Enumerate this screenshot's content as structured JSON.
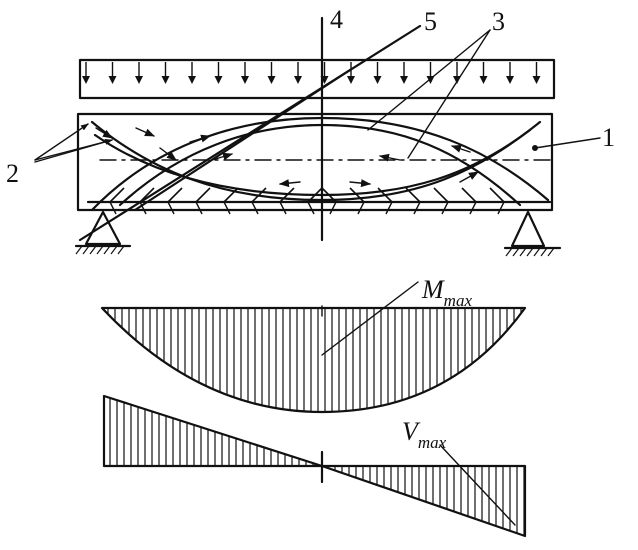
{
  "labels": {
    "n1": "1",
    "n2": "2",
    "n3": "3",
    "n4": "4",
    "n5": "5",
    "moment_main": "M",
    "moment_sub": "max",
    "shear_main": "V",
    "shear_sub": "max"
  },
  "colors": {
    "ink": "#111111",
    "background": "#ffffff"
  }
}
